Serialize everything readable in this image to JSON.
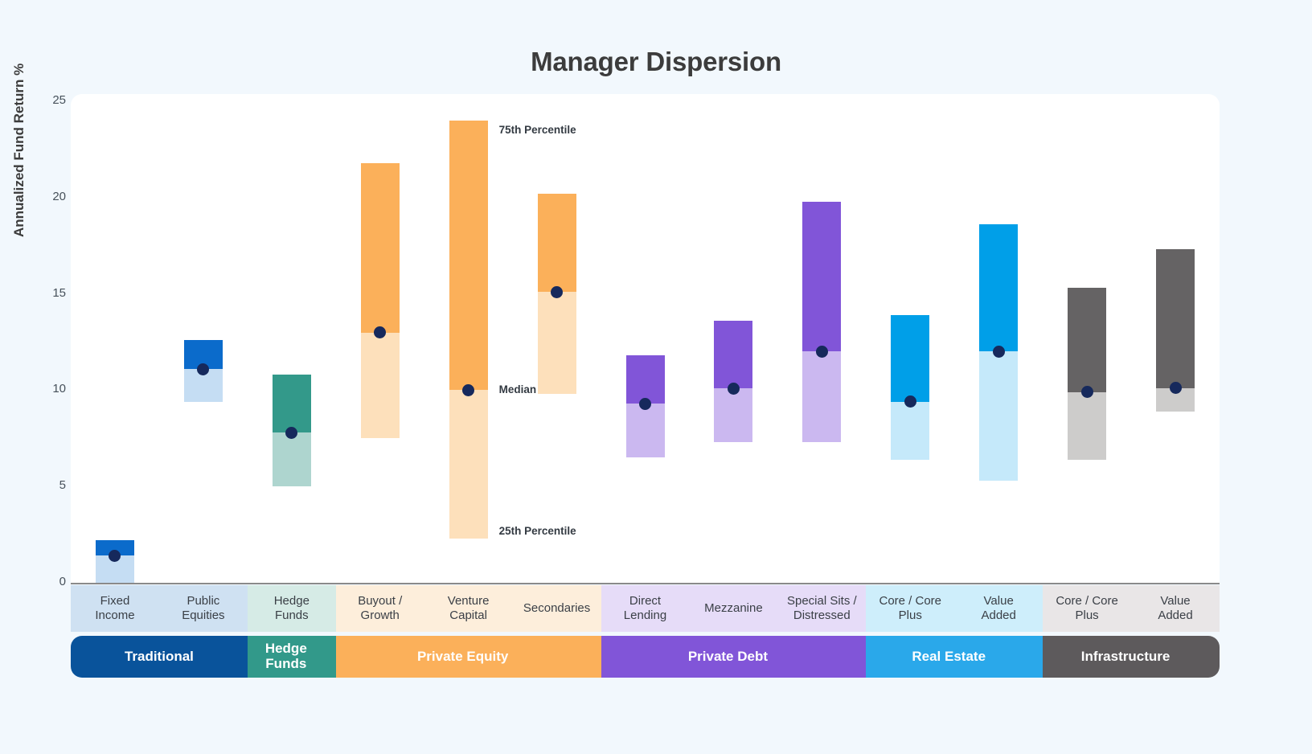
{
  "chart": {
    "title": "Manager Dispersion",
    "ylabel": "Annualized Fund Return %",
    "yticks": [
      "25",
      "20",
      "15",
      "10",
      "5",
      "0"
    ],
    "annotations": {
      "p75": "75th Percentile",
      "median": "Median",
      "p25": "25th Percentile"
    }
  },
  "chart_data": {
    "type": "bar",
    "title": "Manager Dispersion",
    "xlabel": "",
    "ylabel": "Annualized Fund Return %",
    "ylim": [
      0,
      25
    ],
    "yticks": [
      0,
      5,
      10,
      15,
      20,
      25
    ],
    "grid": false,
    "legend_position": "inline-annotations",
    "notes": "Floating range bars: top of bar = 75th percentile, bottom = 25th percentile, dark navy dot = median. Upper segment (saturated) spans median to 75th; lower segment (tinted) spans 25th to median.",
    "categories": [
      "Fixed Income",
      "Public Equities",
      "Hedge Funds",
      "Buyout / Growth",
      "Venture Capital",
      "Secondaries",
      "Direct Lending",
      "Mezzanine",
      "Special Sits / Distressed",
      "Core / Core Plus",
      "Value Added",
      "Core / Core Plus",
      "Value Added"
    ],
    "groups": [
      {
        "name": "Traditional",
        "categories": [
          "Fixed Income",
          "Public Equities"
        ],
        "color": "#09539b",
        "band_tint": "#cfe1f2",
        "bar_upper": "#0b6bcb",
        "bar_lower": "#c5ddf3"
      },
      {
        "name": "Hedge Funds",
        "categories": [
          "Hedge Funds"
        ],
        "color": "#32998a",
        "band_tint": "#d6ebe6",
        "bar_upper": "#33998a",
        "bar_lower": "#aed5cf"
      },
      {
        "name": "Private Equity",
        "categories": [
          "Buyout / Growth",
          "Venture Capital",
          "Secondaries"
        ],
        "color": "#fbb05a",
        "band_tint": "#fdeedb",
        "bar_upper": "#fbb05a",
        "bar_lower": "#fde0bb"
      },
      {
        "name": "Private Debt",
        "categories": [
          "Direct Lending",
          "Mezzanine",
          "Special Sits / Distressed"
        ],
        "color": "#8155d8",
        "band_tint": "#e6dcf8",
        "bar_upper": "#8155d8",
        "bar_lower": "#cbb8f0"
      },
      {
        "name": "Real Estate",
        "categories": [
          "Core / Core Plus",
          "Value Added"
        ],
        "color": "#2aa8ea",
        "band_tint": "#ceeefb",
        "bar_upper": "#009fe8",
        "bar_lower": "#c5e9fa"
      },
      {
        "name": "Infrastructure",
        "categories": [
          "Core / Core Plus",
          "Value Added"
        ],
        "color": "#5d5a5c",
        "band_tint": "#e9e6e7",
        "bar_upper": "#656364",
        "bar_lower": "#cdcccb"
      }
    ],
    "series": [
      {
        "name": "25th Percentile",
        "values": [
          0.0,
          9.4,
          5.0,
          7.5,
          2.3,
          9.8,
          6.5,
          7.3,
          7.3,
          6.4,
          5.3,
          6.4,
          8.9
        ]
      },
      {
        "name": "Median",
        "values": [
          1.4,
          11.1,
          7.8,
          13.0,
          10.0,
          15.1,
          9.3,
          10.1,
          12.0,
          9.4,
          12.0,
          9.9,
          10.1
        ]
      },
      {
        "name": "75th Percentile",
        "values": [
          2.2,
          12.6,
          10.8,
          21.8,
          24.0,
          20.2,
          11.8,
          13.6,
          19.8,
          13.9,
          18.6,
          15.3,
          17.3
        ]
      }
    ]
  },
  "bars": [
    {
      "label_lines": [
        "Fixed",
        "Income"
      ],
      "p25": 0.0,
      "median": 1.4,
      "p75": 2.2,
      "group": 0
    },
    {
      "label_lines": [
        "Public",
        "Equities"
      ],
      "p25": 9.4,
      "median": 11.1,
      "p75": 12.6,
      "group": 0
    },
    {
      "label_lines": [
        "Hedge",
        "Funds"
      ],
      "p25": 5.0,
      "median": 7.8,
      "p75": 10.8,
      "group": 1
    },
    {
      "label_lines": [
        "Buyout /",
        "Growth"
      ],
      "p25": 7.5,
      "median": 13.0,
      "p75": 21.8,
      "group": 2
    },
    {
      "label_lines": [
        "Venture",
        "Capital"
      ],
      "p25": 2.3,
      "median": 10.0,
      "p75": 24.0,
      "group": 2
    },
    {
      "label_lines": [
        "Secondaries",
        ""
      ],
      "p25": 9.8,
      "median": 15.1,
      "p75": 20.2,
      "group": 2
    },
    {
      "label_lines": [
        "Direct",
        "Lending"
      ],
      "p25": 6.5,
      "median": 9.3,
      "p75": 11.8,
      "group": 3
    },
    {
      "label_lines": [
        "Mezzanine",
        ""
      ],
      "p25": 7.3,
      "median": 10.1,
      "p75": 13.6,
      "group": 3
    },
    {
      "label_lines": [
        "Special Sits /",
        "Distressed"
      ],
      "p25": 7.3,
      "median": 12.0,
      "p75": 19.8,
      "group": 3
    },
    {
      "label_lines": [
        "Core / Core",
        "Plus"
      ],
      "p25": 6.4,
      "median": 9.4,
      "p75": 13.9,
      "group": 4
    },
    {
      "label_lines": [
        "Value",
        "Added"
      ],
      "p25": 5.3,
      "median": 12.0,
      "p75": 18.6,
      "group": 4
    },
    {
      "label_lines": [
        "Core / Core",
        "Plus"
      ],
      "p25": 6.4,
      "median": 9.9,
      "p75": 15.3,
      "group": 5
    },
    {
      "label_lines": [
        "Value",
        "Added"
      ],
      "p25": 8.9,
      "median": 10.1,
      "p75": 17.3,
      "group": 5
    }
  ],
  "colors": {
    "page_background": "#f2f8fd",
    "plot_background": "#ffffff",
    "median_dot": "#16295c",
    "axis_line": "#8a8a8a",
    "title_text": "#3c3c3c"
  }
}
